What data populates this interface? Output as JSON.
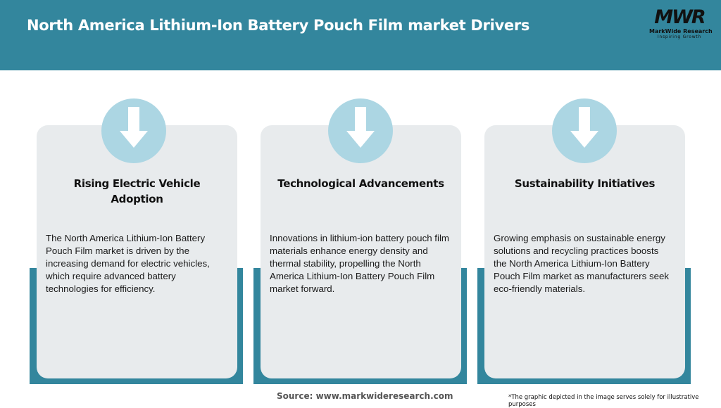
{
  "header": {
    "title": "North America Lithium-Ion Battery Pouch Film market Drivers",
    "background_color": "#33869d"
  },
  "logo": {
    "mark": "MWR",
    "name": "MarkWide Research",
    "tagline": "Inspiring Growth"
  },
  "cards": [
    {
      "icon": "down-arrow-icon",
      "title": "Rising Electric Vehicle Adoption",
      "text": "The North America Lithium-Ion Battery Pouch Film market is driven by the increasing demand for electric vehicles, which require advanced battery technologies for efficiency."
    },
    {
      "icon": "down-arrow-icon",
      "title": "Technological Advancements",
      "text": "Innovations in lithium-ion battery pouch film materials enhance energy density and thermal stability, propelling the North America Lithium-Ion Battery Pouch Film market forward."
    },
    {
      "icon": "down-arrow-icon",
      "title": "Sustainability Initiatives",
      "text": "Growing emphasis on sustainable energy solutions and recycling practices boosts the North America Lithium-Ion Battery Pouch Film market as manufacturers seek eco-friendly materials."
    }
  ],
  "colors": {
    "accent": "#33869d",
    "card_bg": "#e8ebed",
    "icon_circle": "#acd6e3"
  },
  "footer": {
    "source": "Source: www.markwideresearch.com",
    "disclaimer": "*The graphic depicted in the image serves solely for illustrative purposes"
  }
}
